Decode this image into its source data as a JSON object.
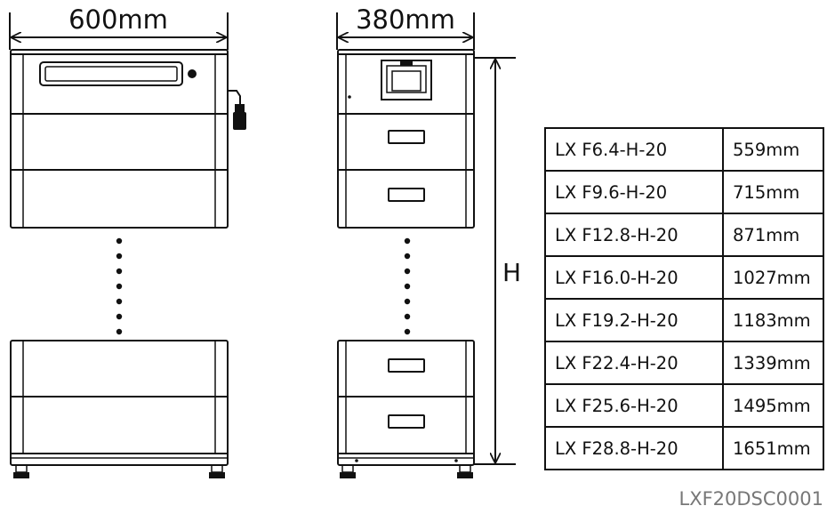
{
  "dimensions": {
    "width_label": "600mm",
    "depth_label": "380mm",
    "height_label": "H"
  },
  "height_table": {
    "rows": [
      {
        "model": "LX F6.4-H-20",
        "height": "559mm"
      },
      {
        "model": "LX F9.6-H-20",
        "height": "715mm"
      },
      {
        "model": "LX F12.8-H-20",
        "height": "871mm"
      },
      {
        "model": "LX F16.0-H-20",
        "height": "1027mm"
      },
      {
        "model": "LX F19.2-H-20",
        "height": "1183mm"
      },
      {
        "model": "LX F22.4-H-20",
        "height": "1339mm"
      },
      {
        "model": "LX F25.6-H-20",
        "height": "1495mm"
      },
      {
        "model": "LX F28.8-H-20",
        "height": "1651mm"
      }
    ]
  },
  "drawing_code": "LXF20DSC0001"
}
